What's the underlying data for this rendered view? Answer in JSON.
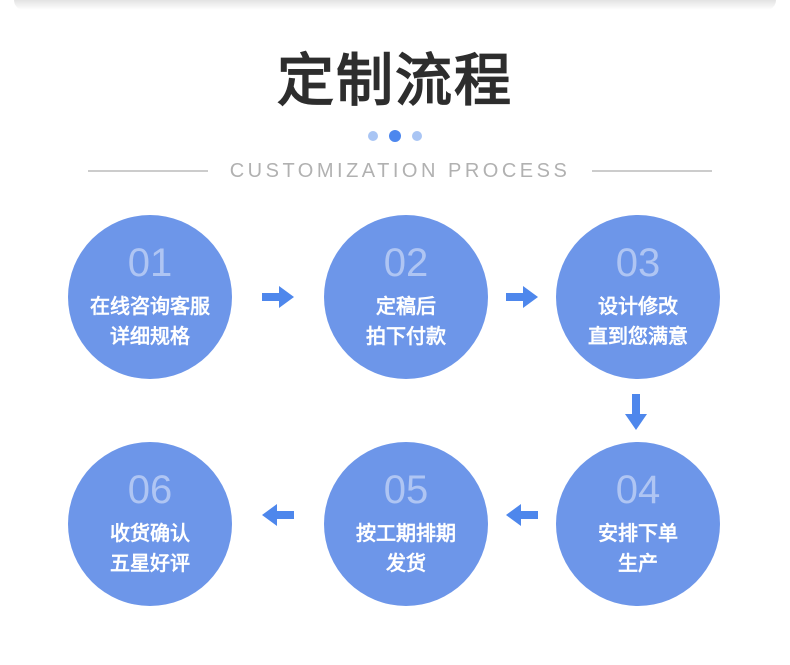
{
  "header": {
    "title": "定制流程",
    "subtitle": "CUSTOMIZATION PROCESS"
  },
  "steps": [
    {
      "number": "01",
      "line1": "在线咨询客服",
      "line2": "详细规格"
    },
    {
      "number": "02",
      "line1": "定稿后",
      "line2": "拍下付款"
    },
    {
      "number": "03",
      "line1": "设计修改",
      "line2": "直到您满意"
    },
    {
      "number": "04",
      "line1": "安排下单",
      "line2": "生产"
    },
    {
      "number": "05",
      "line1": "按工期排期",
      "line2": "发货"
    },
    {
      "number": "06",
      "line1": "收货确认",
      "line2": "五星好评"
    }
  ],
  "flow": {
    "arrows": [
      {
        "from": "01",
        "to": "02",
        "direction": "right"
      },
      {
        "from": "02",
        "to": "03",
        "direction": "right"
      },
      {
        "from": "03",
        "to": "04",
        "direction": "down"
      },
      {
        "from": "04",
        "to": "05",
        "direction": "left"
      },
      {
        "from": "05",
        "to": "06",
        "direction": "left"
      }
    ]
  },
  "colors": {
    "circle_fill": "#6d96e9",
    "arrow": "#4e87ec",
    "dot_active": "#4d87ee",
    "dot_inactive": "#a9c5f4",
    "title_text": "#2d2d2d",
    "subtitle_text": "#b1b1b1",
    "divider_line": "#cccccc",
    "circle_number": "rgba(255,255,255,0.45)",
    "circle_text": "#ffffff",
    "background": "#ffffff"
  }
}
